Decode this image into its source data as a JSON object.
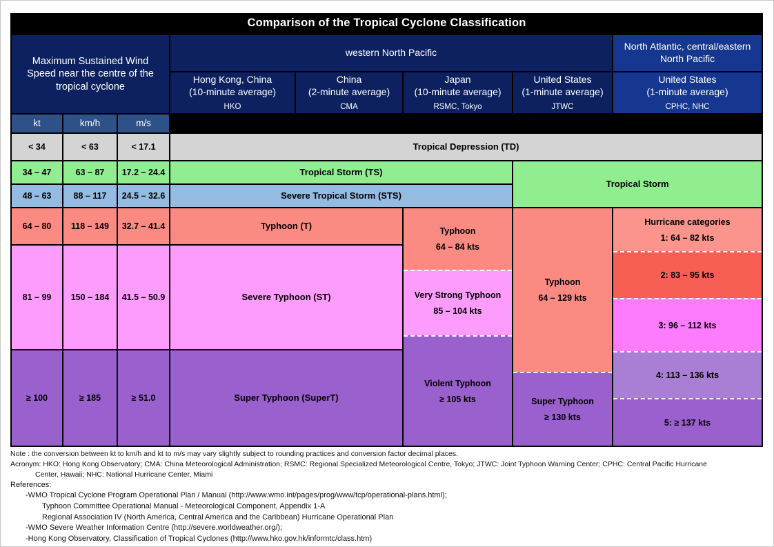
{
  "title": "Comparison of the Tropical Cyclone Classification",
  "header": {
    "lead_column": "Maximum Sustained Wind Speed near the centre of the tropical cyclone",
    "basin_wnp": "western North Pacific",
    "basin_atl": "North Atlantic, central/eastern North Pacific",
    "units": [
      "kt",
      "km/h",
      "m/s"
    ],
    "agencies": [
      {
        "country": "Hong Kong, China",
        "averaging": "(10-minute average)",
        "abbr": "HKO"
      },
      {
        "country": "China",
        "averaging": "(2-minute average)",
        "abbr": "CMA"
      },
      {
        "country": "Japan",
        "averaging": "(10-minute average)",
        "abbr": "RSMC, Tokyo"
      },
      {
        "country": "United States",
        "averaging": "(1-minute average)",
        "abbr": "JTWC"
      },
      {
        "country": "United States",
        "averaging": "(1-minute average)",
        "abbr": "CPHC, NHC"
      }
    ]
  },
  "speeds": [
    {
      "kt": "< 34",
      "kmh": "< 63",
      "ms": "< 17.1"
    },
    {
      "kt": "34 – 47",
      "kmh": "63 – 87",
      "ms": "17.2 – 24.4"
    },
    {
      "kt": "48 – 63",
      "kmh": "88 – 117",
      "ms": "24.5 – 32.6"
    },
    {
      "kt": "64 – 80",
      "kmh": "118 – 149",
      "ms": "32.7 – 41.4"
    },
    {
      "kt": "81 – 99",
      "kmh": "150 – 184",
      "ms": "41.5 – 50.9"
    },
    {
      "kt": "≥ 100",
      "kmh": "≥ 185",
      "ms": "≥ 51.0"
    }
  ],
  "classes": {
    "td": "Tropical Depression (TD)",
    "ts": "Tropical Storm (TS)",
    "sts": "Severe Tropical Storm (STS)",
    "typhoon_hk": "Typhoon (T)",
    "severe_typhoon_hk": "Severe Typhoon (ST)",
    "super_typhoon_hk": "Super Typhoon (SuperT)",
    "ts_us": "Tropical Storm"
  },
  "japan": [
    {
      "name": "Typhoon",
      "range": "64 – 84 kts"
    },
    {
      "name": "Very Strong Typhoon",
      "range": "85 – 104 kts"
    },
    {
      "name": "Violent Typhoon",
      "range": "≥ 105 kts"
    }
  ],
  "jtwc": [
    {
      "name": "Typhoon",
      "range": "64 – 129 kts"
    },
    {
      "name": "Super Typhoon",
      "range": "≥ 130 kts"
    }
  ],
  "hurricane": {
    "heading": "Hurricane categories",
    "categories": [
      "1: 64 – 82 kts",
      "2: 83 – 95 kts",
      "3: 96 – 112 kts",
      "4: 113 – 136 kts",
      "5: ≥ 137 kts"
    ]
  },
  "colors": {
    "td": "#d4d4d4",
    "ts": "#90ee90",
    "sts": "#94bce3",
    "typhoon": "#fa8a82",
    "severe_typhoon": "#fd9cfd",
    "super_typhoon": "#9a60ce",
    "cat1": "#fa948d",
    "cat2": "#f75f55",
    "cat3": "#fd7bfd",
    "cat4": "#a87fd4",
    "cat5": "#9a60ce",
    "header_navy": "#0d2160",
    "header_bright": "#16378f",
    "units_blue": "#2f5189"
  },
  "footer": {
    "note": "Note : the conversion between kt to km/h and kt to m/s may vary slightly subject to rounding practices and conversion factor decimal places.",
    "acronym_line1": "Acronym: HKO: Hong Kong Observatory; CMA: China Meteorological Administration; RSMC: Regional Specialized Meteorological Centre, Tokyo; JTWC: Joint Typhoon Warning Center; CPHC: Central Pacific Hurricane",
    "acronym_line2": "Center, Hawaii; NHC: National Hurricane Center, Miami",
    "references_label": "References:",
    "references": [
      "-WMO Tropical Cyclone Program Operational Plan / Manual (http://www.wmo.int/pages/prog/www/tcp/operational-plans.html);",
      "Typhoon Committee Operational Manual - Meteorological Component, Appendix 1-A",
      "Regional Association IV (North America, Central America and the Caribbean) Hurricane Operational Plan",
      "-WMO Severe Weather Information Centre (http://severe.worldweather.org/);",
      "-Hong Kong Observatory, Classification of Tropical Cyclones (http://www.hko.gov.hk/informtc/class.htm)"
    ]
  }
}
